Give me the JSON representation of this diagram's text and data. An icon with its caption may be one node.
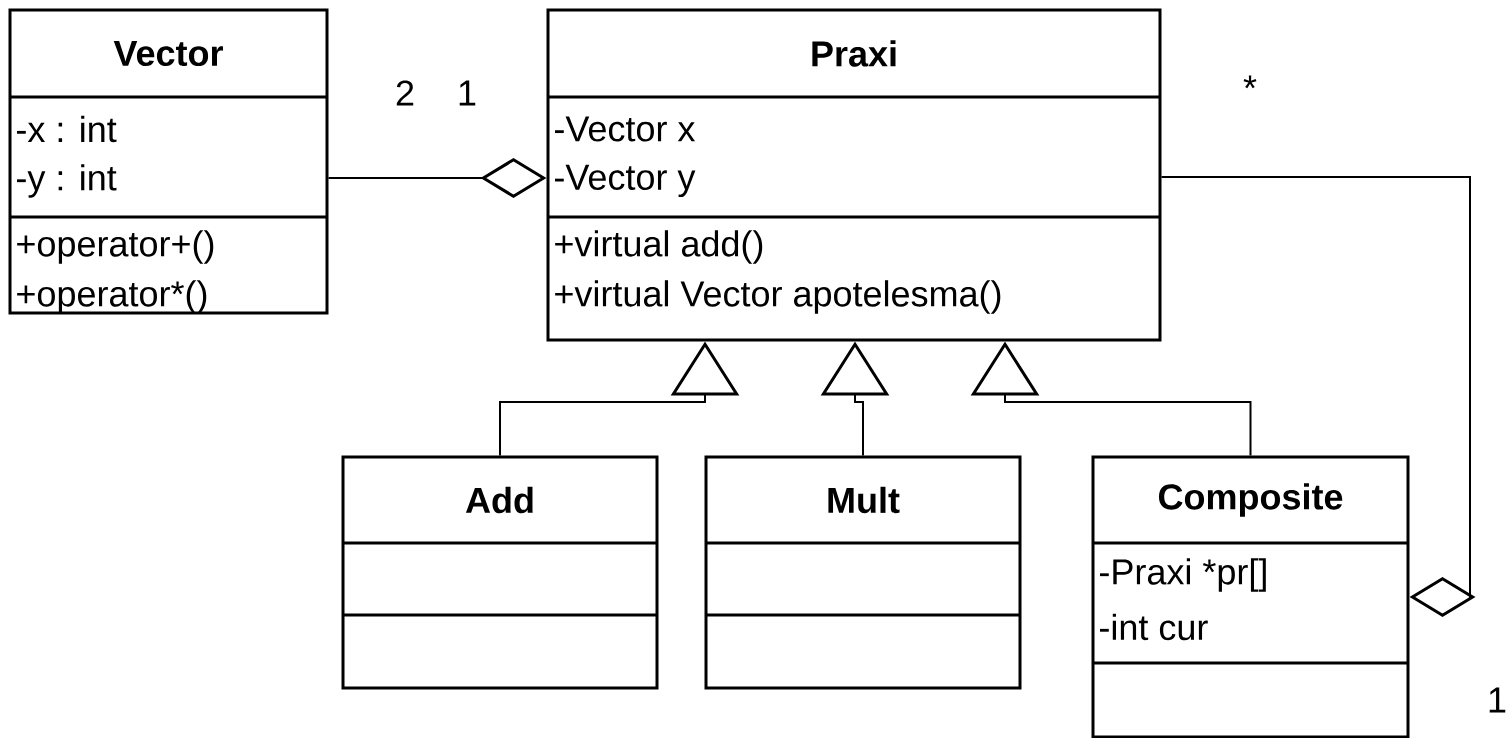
{
  "diagram": {
    "nodes": [
      {
        "text": [
          "Vector",
          "-x : int",
          "-y : int",
          "+operator+()",
          "+operator*()"
        ]
      },
      {
        "text": [
          "Praxi",
          "-Vector x",
          "-Vector y",
          "+virtual add()",
          "+virtual Vector apotelesma()"
        ]
      },
      {
        "text": [
          "Add"
        ]
      },
      {
        "text": [
          "Mult"
        ]
      },
      {
        "text": [
          "Composite",
          "-Praxi *pr[]",
          "-int cur"
        ]
      }
    ],
    "edges": [
      {
        "from": 0,
        "to": 1,
        "arrow": "other"
      },
      {
        "from": 2,
        "to": 1,
        "arrow": "to"
      },
      {
        "from": 3,
        "to": 1,
        "arrow": "to"
      },
      {
        "from": 4,
        "to": 1,
        "arrow": "to"
      },
      {
        "from": 1,
        "to": 4,
        "arrow": "other"
      }
    ],
    "labels": [
      "2",
      "1",
      "*",
      "1"
    ]
  }
}
